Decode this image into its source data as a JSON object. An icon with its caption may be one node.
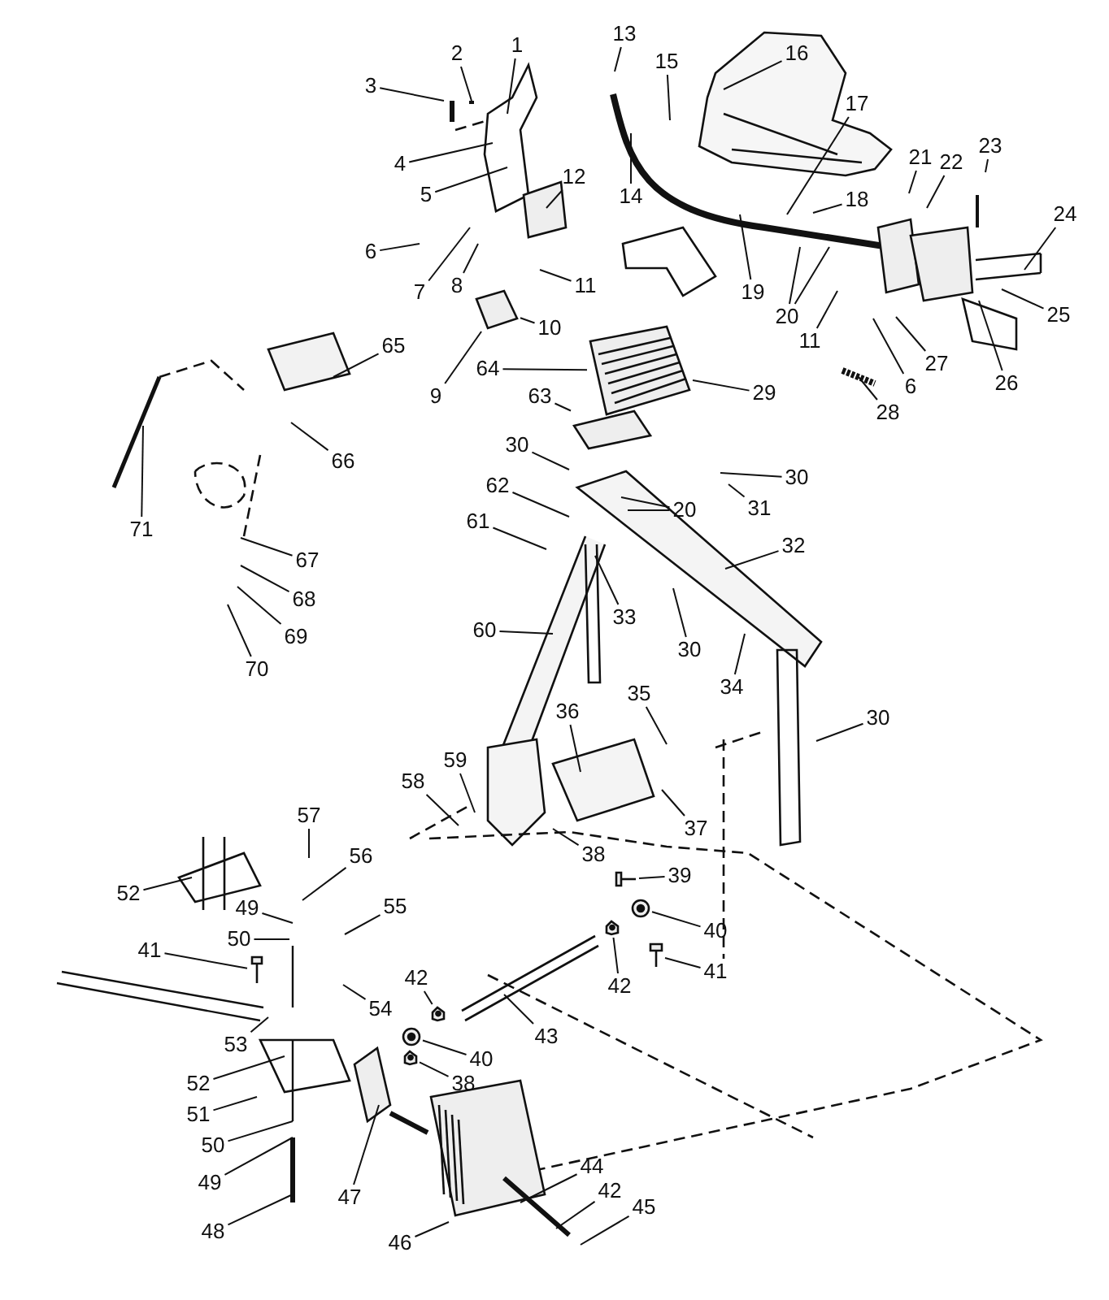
{
  "diagram": {
    "nodes": [
      {
        "text": [
          "1"
        ]
      },
      {
        "text": [
          "2"
        ]
      },
      {
        "text": [
          "3"
        ]
      },
      {
        "text": [
          "13"
        ]
      },
      {
        "text": [
          "15"
        ]
      },
      {
        "text": [
          "16"
        ]
      },
      {
        "text": [
          "4"
        ]
      },
      {
        "text": [
          "12"
        ]
      },
      {
        "text": [
          "14"
        ]
      },
      {
        "text": [
          "5"
        ]
      },
      {
        "text": [
          "6"
        ]
      },
      {
        "text": [
          "7"
        ]
      },
      {
        "text": [
          "8"
        ]
      },
      {
        "text": [
          "11"
        ]
      },
      {
        "text": [
          "17"
        ]
      },
      {
        "text": [
          "18"
        ]
      },
      {
        "text": [
          "21"
        ]
      },
      {
        "text": [
          "22"
        ]
      },
      {
        "text": [
          "23"
        ]
      },
      {
        "text": [
          "19"
        ]
      },
      {
        "text": [
          "20"
        ]
      },
      {
        "text": [
          "11"
        ]
      },
      {
        "text": [
          "24"
        ]
      },
      {
        "text": [
          "25"
        ]
      },
      {
        "text": [
          "10"
        ]
      },
      {
        "text": [
          "65"
        ]
      },
      {
        "text": [
          "64"
        ]
      },
      {
        "text": [
          "6"
        ]
      },
      {
        "text": [
          "27"
        ]
      },
      {
        "text": [
          "28"
        ]
      },
      {
        "text": [
          "26"
        ]
      },
      {
        "text": [
          "9"
        ]
      },
      {
        "text": [
          "29"
        ]
      },
      {
        "text": [
          "63"
        ]
      },
      {
        "text": [
          "30"
        ]
      },
      {
        "text": [
          "66"
        ]
      },
      {
        "text": [
          "62"
        ]
      },
      {
        "text": [
          "30"
        ]
      },
      {
        "text": [
          "61"
        ]
      },
      {
        "text": [
          "20"
        ]
      },
      {
        "text": [
          "31"
        ]
      },
      {
        "text": [
          "71"
        ]
      },
      {
        "text": [
          "32"
        ]
      },
      {
        "text": [
          "67"
        ]
      },
      {
        "text": [
          "68"
        ]
      },
      {
        "text": [
          "69"
        ]
      },
      {
        "text": [
          "70"
        ]
      },
      {
        "text": [
          "33"
        ]
      },
      {
        "text": [
          "30"
        ]
      },
      {
        "text": [
          "60"
        ]
      },
      {
        "text": [
          "34"
        ]
      },
      {
        "text": [
          "35"
        ]
      },
      {
        "text": [
          "36"
        ]
      },
      {
        "text": [
          "30"
        ]
      },
      {
        "text": [
          "59"
        ]
      },
      {
        "text": [
          "58"
        ]
      },
      {
        "text": [
          "37"
        ]
      },
      {
        "text": [
          "57"
        ]
      },
      {
        "text": [
          "38"
        ]
      },
      {
        "text": [
          "39"
        ]
      },
      {
        "text": [
          "56"
        ]
      },
      {
        "text": [
          "52"
        ]
      },
      {
        "text": [
          "49"
        ]
      },
      {
        "text": [
          "55"
        ]
      },
      {
        "text": [
          "40"
        ]
      },
      {
        "text": [
          "50"
        ]
      },
      {
        "text": [
          "41"
        ]
      },
      {
        "text": [
          "42"
        ]
      },
      {
        "text": [
          "41"
        ]
      },
      {
        "text": [
          "54"
        ]
      },
      {
        "text": [
          "42"
        ]
      },
      {
        "text": [
          "53"
        ]
      },
      {
        "text": [
          "43"
        ]
      },
      {
        "text": [
          "40"
        ]
      },
      {
        "text": [
          "52"
        ]
      },
      {
        "text": [
          "38"
        ]
      },
      {
        "text": [
          "51"
        ]
      },
      {
        "text": [
          "50"
        ]
      },
      {
        "text": [
          "44"
        ]
      },
      {
        "text": [
          "49"
        ]
      },
      {
        "text": [
          "42"
        ]
      },
      {
        "text": [
          "47"
        ]
      },
      {
        "text": [
          "45"
        ]
      },
      {
        "text": [
          "48"
        ]
      },
      {
        "text": [
          "46"
        ]
      },
      {
        "text": [],
        "shape": "picture"
      },
      {
        "text": [],
        "shape": "picture"
      },
      {
        "text": [],
        "shape": "picture"
      },
      {
        "text": [],
        "shape": "picture"
      },
      {
        "text": [],
        "shape": "picture"
      },
      {
        "text": [],
        "shape": "picture"
      },
      {
        "text": [],
        "shape": "picture"
      },
      {
        "text": [],
        "shape": "picture"
      },
      {
        "text": [],
        "shape": "picture"
      },
      {
        "text": [],
        "shape": "picture"
      },
      {
        "text": [],
        "shape": "picture"
      }
    ],
    "edges": [
      {
        "from": 0,
        "to": null,
        "arrow": "none"
      },
      {
        "from": 1,
        "to": null,
        "arrow": "none"
      },
      {
        "from": 2,
        "to": null,
        "arrow": "none"
      },
      {
        "from": 3,
        "to": null,
        "arrow": "none"
      },
      {
        "from": 4,
        "to": null,
        "arrow": "none"
      },
      {
        "from": 5,
        "to": null,
        "arrow": "none"
      },
      {
        "from": 6,
        "to": null,
        "arrow": "none"
      },
      {
        "from": 7,
        "to": null,
        "arrow": "none"
      },
      {
        "from": 8,
        "to": null,
        "arrow": "none"
      },
      {
        "from": 9,
        "to": null,
        "arrow": "none"
      },
      {
        "from": 10,
        "to": null,
        "arrow": "none"
      },
      {
        "from": 11,
        "to": null,
        "arrow": "none"
      },
      {
        "from": 12,
        "to": null,
        "arrow": "none"
      },
      {
        "from": 13,
        "to": null,
        "arrow": "none"
      },
      {
        "from": 14,
        "to": null,
        "arrow": "none"
      },
      {
        "from": 15,
        "to": null,
        "arrow": "none"
      },
      {
        "from": 16,
        "to": null,
        "arrow": "none"
      },
      {
        "from": 17,
        "to": null,
        "arrow": "none"
      },
      {
        "from": 18,
        "to": null,
        "arrow": "none"
      },
      {
        "from": 19,
        "to": null,
        "arrow": "none"
      },
      {
        "from": 20,
        "to": null,
        "arrow": "none"
      },
      {
        "from": 20,
        "to": null,
        "arrow": "none"
      },
      {
        "from": 21,
        "to": null,
        "arrow": "none"
      },
      {
        "from": 22,
        "to": null,
        "arrow": "none"
      },
      {
        "from": 23,
        "to": null,
        "arrow": "none"
      },
      {
        "from": 24,
        "to": 85,
        "arrow": "none"
      },
      {
        "from": 25,
        "to": null,
        "arrow": "none"
      },
      {
        "from": 26,
        "to": 86,
        "arrow": "none"
      },
      {
        "from": 27,
        "to": null,
        "arrow": "none"
      },
      {
        "from": 28,
        "to": null,
        "arrow": "none"
      },
      {
        "from": 29,
        "to": null,
        "arrow": "none"
      },
      {
        "from": 30,
        "to": null,
        "arrow": "none"
      },
      {
        "from": 31,
        "to": 85,
        "arrow": "none"
      },
      {
        "from": 32,
        "to": 86,
        "arrow": "none"
      },
      {
        "from": 33,
        "to": 88,
        "arrow": "none"
      },
      {
        "from": 34,
        "to": null,
        "arrow": "none"
      },
      {
        "from": 35,
        "to": null,
        "arrow": "none"
      },
      {
        "from": 36,
        "to": null,
        "arrow": "none"
      },
      {
        "from": 37,
        "to": null,
        "arrow": "none"
      },
      {
        "from": 38,
        "to": null,
        "arrow": "none"
      },
      {
        "from": 39,
        "to": null,
        "arrow": "none"
      },
      {
        "from": 39,
        "to": null,
        "arrow": "none"
      },
      {
        "from": 40,
        "to": null,
        "arrow": "none"
      },
      {
        "from": 41,
        "to": null,
        "arrow": "none"
      },
      {
        "from": 42,
        "to": null,
        "arrow": "none"
      },
      {
        "from": 43,
        "to": null,
        "arrow": "none"
      },
      {
        "from": 44,
        "to": null,
        "arrow": "none"
      },
      {
        "from": 45,
        "to": null,
        "arrow": "none"
      },
      {
        "from": 46,
        "to": null,
        "arrow": "none"
      },
      {
        "from": 47,
        "to": null,
        "arrow": "none"
      },
      {
        "from": 48,
        "to": null,
        "arrow": "none"
      },
      {
        "from": 49,
        "to": null,
        "arrow": "none"
      },
      {
        "from": 50,
        "to": null,
        "arrow": "none"
      },
      {
        "from": 51,
        "to": null,
        "arrow": "none"
      },
      {
        "from": 52,
        "to": null,
        "arrow": "none"
      },
      {
        "from": 53,
        "to": null,
        "arrow": "none"
      },
      {
        "from": 54,
        "to": null,
        "arrow": "none"
      },
      {
        "from": 55,
        "to": null,
        "arrow": "none"
      },
      {
        "from": 56,
        "to": null,
        "arrow": "none"
      },
      {
        "from": 57,
        "to": null,
        "arrow": "none"
      },
      {
        "from": 58,
        "to": null,
        "arrow": "none"
      },
      {
        "from": 59,
        "to": 92,
        "arrow": "none"
      },
      {
        "from": 60,
        "to": null,
        "arrow": "none"
      },
      {
        "from": 61,
        "to": null,
        "arrow": "none"
      },
      {
        "from": 62,
        "to": null,
        "arrow": "none"
      },
      {
        "from": 63,
        "to": null,
        "arrow": "none"
      },
      {
        "from": 64,
        "to": 90,
        "arrow": "none"
      },
      {
        "from": 65,
        "to": null,
        "arrow": "none"
      },
      {
        "from": 66,
        "to": 87,
        "arrow": "none"
      },
      {
        "from": 67,
        "to": 91,
        "arrow": "none"
      },
      {
        "from": 68,
        "to": 89,
        "arrow": "none"
      },
      {
        "from": 69,
        "to": null,
        "arrow": "none"
      },
      {
        "from": 70,
        "to": 94,
        "arrow": "none"
      },
      {
        "from": 71,
        "to": null,
        "arrow": "none"
      },
      {
        "from": 72,
        "to": null,
        "arrow": "none"
      },
      {
        "from": 73,
        "to": 93,
        "arrow": "none"
      },
      {
        "from": 74,
        "to": null,
        "arrow": "none"
      },
      {
        "from": 75,
        "to": 95,
        "arrow": "none"
      },
      {
        "from": 76,
        "to": null,
        "arrow": "none"
      },
      {
        "from": 77,
        "to": null,
        "arrow": "none"
      },
      {
        "from": 78,
        "to": null,
        "arrow": "none"
      },
      {
        "from": 79,
        "to": null,
        "arrow": "none"
      },
      {
        "from": 80,
        "to": null,
        "arrow": "none"
      },
      {
        "from": 81,
        "to": null,
        "arrow": "none"
      },
      {
        "from": 82,
        "to": null,
        "arrow": "none"
      },
      {
        "from": 83,
        "to": null,
        "arrow": "none"
      },
      {
        "from": 84,
        "to": null,
        "arrow": "none"
      }
    ]
  }
}
